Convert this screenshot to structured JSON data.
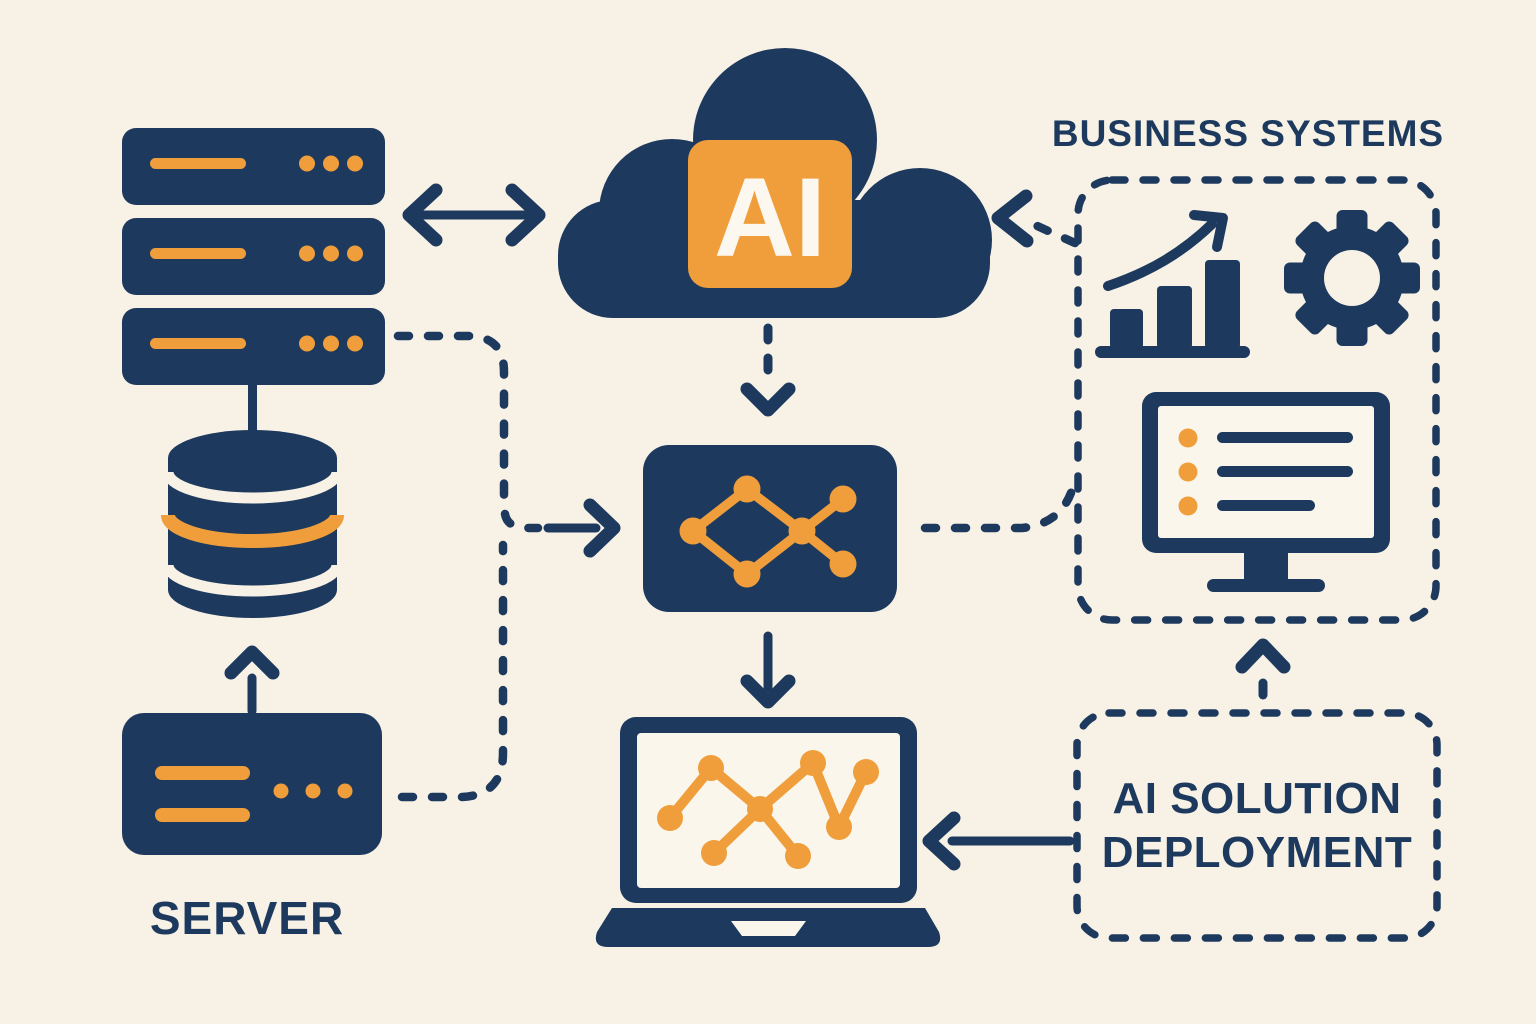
{
  "colors": {
    "background": "#f8f1e5",
    "navy": "#1d3a5e",
    "orange": "#ef9e3b",
    "badge_text": "#fdf8ef"
  },
  "labels": {
    "business_systems": "BUSINESS SYSTEMS",
    "server": "SERVER",
    "deployment_line1": "AI SOLUTION",
    "deployment_line2": "DEPLOYMENT",
    "ai_badge": "AI"
  },
  "nodes": [
    {
      "id": "server-rack",
      "icon": "server-rack-icon"
    },
    {
      "id": "database",
      "icon": "database-cylinder-icon"
    },
    {
      "id": "server-card",
      "icon": "server-card-icon",
      "label": "SERVER"
    },
    {
      "id": "ai-cloud",
      "icon": "cloud-icon",
      "badge": "AI"
    },
    {
      "id": "neural-network",
      "icon": "network-graph-icon"
    },
    {
      "id": "laptop",
      "icon": "laptop-analytics-icon"
    },
    {
      "id": "business-systems",
      "label": "BUSINESS SYSTEMS",
      "icons": [
        "growth-chart-icon",
        "gear-icon",
        "monitor-checklist-icon"
      ]
    },
    {
      "id": "ai-solution-deployment",
      "label": "AI SOLUTION DEPLOYMENT"
    }
  ],
  "connections": [
    {
      "from": "server-rack",
      "to": "ai-cloud",
      "style": "solid",
      "direction": "both"
    },
    {
      "from": "ai-cloud",
      "to": "neural-network",
      "style": "dashed",
      "direction": "down"
    },
    {
      "from": "server-rack",
      "to": "neural-network",
      "style": "dashed",
      "direction": "right"
    },
    {
      "from": "server-card",
      "to": "neural-network",
      "style": "dashed",
      "direction": "right"
    },
    {
      "from": "server-card",
      "to": "database",
      "style": "solid",
      "direction": "up"
    },
    {
      "from": "neural-network",
      "to": "laptop",
      "style": "solid",
      "direction": "down"
    },
    {
      "from": "neural-network",
      "to": "business-systems",
      "style": "dashed",
      "direction": "right"
    },
    {
      "from": "business-systems",
      "to": "ai-cloud",
      "style": "dashed",
      "direction": "left"
    },
    {
      "from": "ai-solution-deployment",
      "to": "business-systems",
      "style": "dashed",
      "direction": "up"
    },
    {
      "from": "ai-solution-deployment",
      "to": "laptop",
      "style": "solid",
      "direction": "left"
    }
  ]
}
